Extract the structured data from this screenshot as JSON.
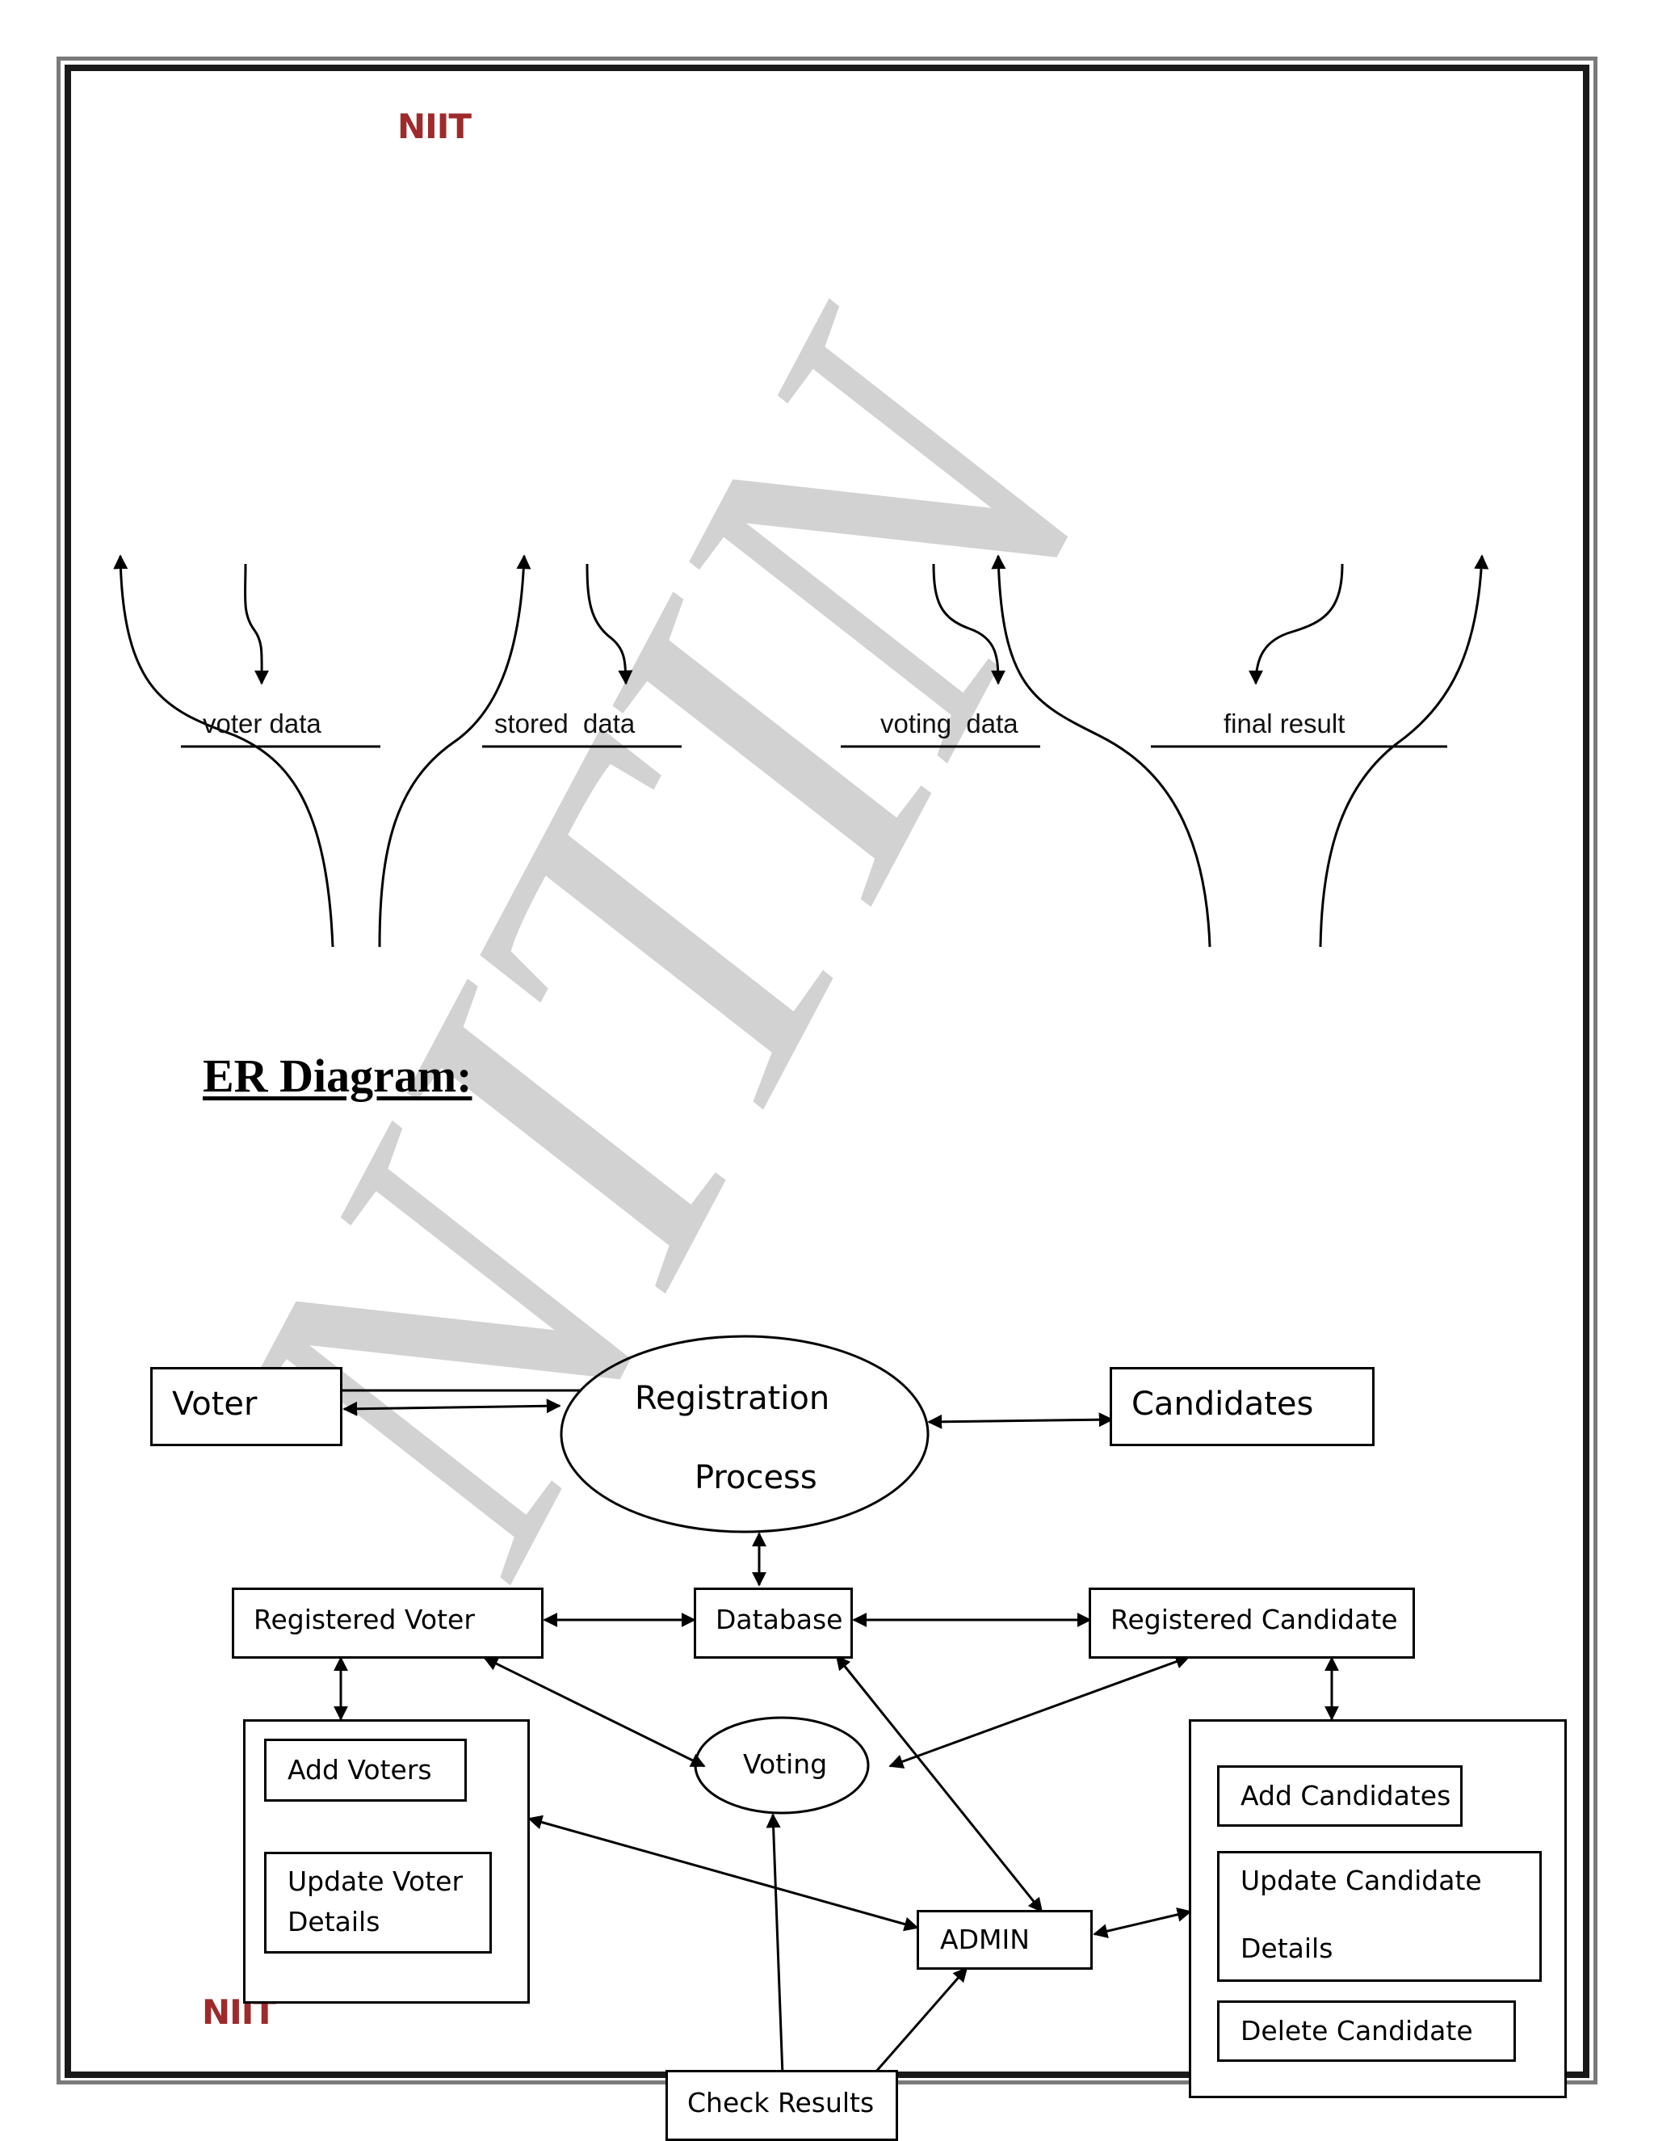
{
  "logo": {
    "top": "NIIT",
    "bottom": "NIIT"
  },
  "watermark": {
    "text": "NITIN",
    "color": "#d2d2d2"
  },
  "data_flows": {
    "labels": [
      "voter data",
      "stored  data",
      "voting  data",
      "final result"
    ]
  },
  "section_title": "ER Diagram:",
  "entities": {
    "voter": "Voter",
    "registration_process": {
      "line1": "Registration",
      "line2": "Process"
    },
    "candidates": "Candidates",
    "registered_voter": "Registered Voter",
    "database": "Database",
    "registered_candidate": "Registered Candidate",
    "voting": "Voting",
    "admin": "ADMIN",
    "check_results": "Check Results",
    "voter_group": {
      "add_voters": "Add Voters",
      "update_voter_details": {
        "line1": "Update Voter",
        "line2": "Details"
      }
    },
    "candidate_group": {
      "add_candidates": "Add Candidates",
      "update_candidate_details": {
        "line1": "Update Candidate",
        "line2": "Details"
      },
      "delete_candidate": "Delete Candidate"
    }
  },
  "colors": {
    "logo": "#9e2a2b",
    "frame": "#1a1a1a",
    "frame_shadow": "#7a7a7a"
  }
}
